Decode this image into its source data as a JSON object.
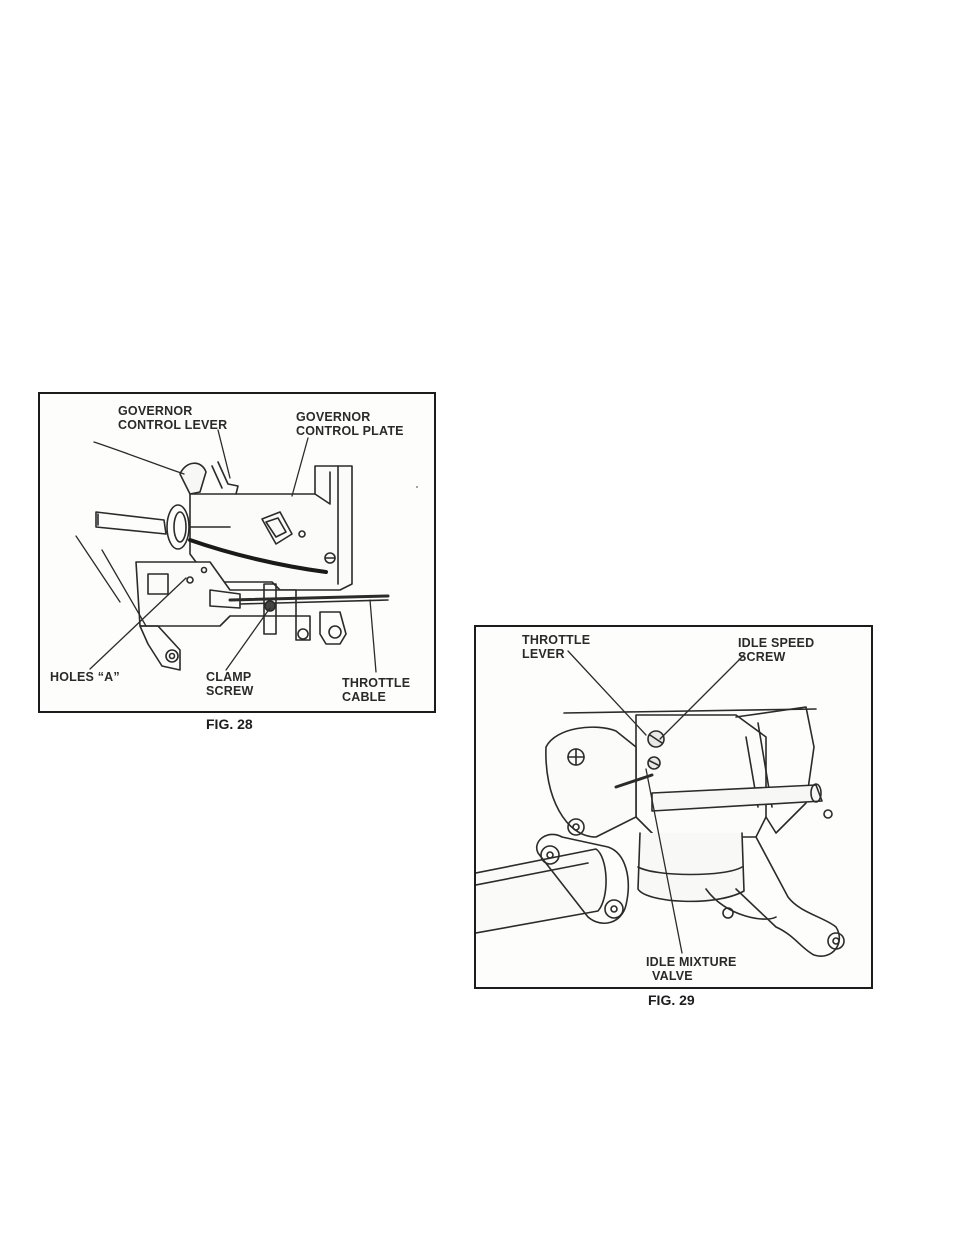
{
  "fig28": {
    "caption": "FIG. 28",
    "labels": {
      "governor_control_lever": [
        "GOVERNOR",
        "CONTROL LEVER"
      ],
      "governor_control_plate": [
        "GOVERNOR",
        "CONTROL PLATE"
      ],
      "holes_a": "HOLES “A”",
      "clamp_screw": [
        "CLAMP",
        "SCREW"
      ],
      "throttle_cable": [
        "THROTTLE",
        "CABLE"
      ]
    }
  },
  "fig29": {
    "caption": "FIG. 29",
    "labels": {
      "throttle_lever": [
        "THROTTLE",
        "LEVER"
      ],
      "idle_speed_screw": [
        "IDLE SPEED",
        "SCREW"
      ],
      "idle_mixture_valve": [
        "IDLE MIXTURE",
        "VALVE"
      ]
    }
  }
}
